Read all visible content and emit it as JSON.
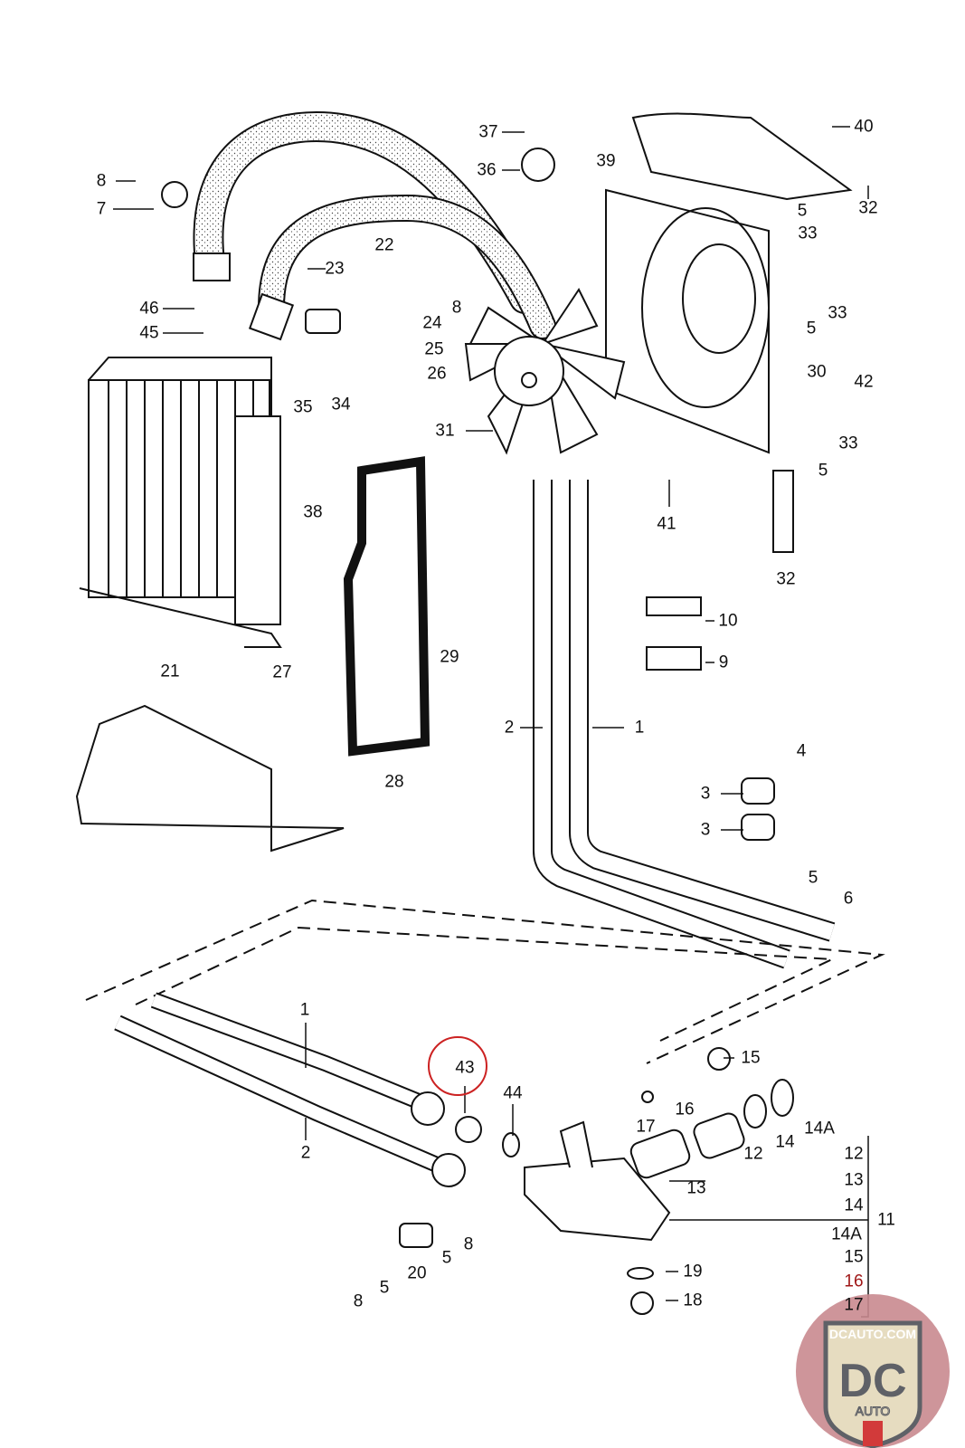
{
  "diagram": {
    "callouts": [
      "8",
      "7",
      "37",
      "36",
      "39",
      "40",
      "32",
      "5",
      "33",
      "22",
      "23",
      "46",
      "45",
      "24",
      "8",
      "25",
      "26",
      "35",
      "34",
      "5",
      "33",
      "42",
      "30",
      "31",
      "33",
      "5",
      "41",
      "38",
      "32",
      "10",
      "9",
      "29",
      "21",
      "27",
      "28",
      "2",
      "1",
      "4",
      "3",
      "3",
      "5",
      "6",
      "1",
      "43",
      "44",
      "2",
      "15",
      "16",
      "17",
      "12",
      "14",
      "14A",
      "13",
      "12",
      "13",
      "14",
      "11",
      "14A",
      "15",
      "16",
      "17",
      "8",
      "5",
      "20",
      "5",
      "8",
      "19",
      "18"
    ],
    "highlighted_callout": "43",
    "highlight_color": "#cc2222"
  },
  "watermark": {
    "site": "DCAUTO.COM",
    "letters": "DC",
    "sub": "AUTO",
    "colors": {
      "circle": "#c98a8f",
      "shield": "#e6dcc0",
      "letters": "#5f6167",
      "accent": "#d23a3a"
    }
  }
}
